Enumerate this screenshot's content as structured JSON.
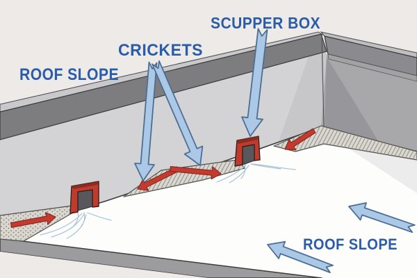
{
  "figure": {
    "labels": {
      "roof_slope_left": "ROOF SLOPE",
      "crickets": "CRICKETS",
      "scupper_box": "SCUPPER BOX",
      "roof_slope_right": "ROOF SLOPE"
    },
    "colors": {
      "background": "#edeae7",
      "label_text": "#2a5ca8",
      "pointer_arrow_fill": "#abc8e6",
      "pointer_arrow_stroke": "#4c6e94",
      "flow_arrow_fill": "#c23b2e",
      "flow_arrow_stroke": "#7e241c",
      "scupper_red": "#c13a2e",
      "scupper_opening": "#57575c",
      "roof": "#fdfdfc",
      "wall_left": "#d3d2d4",
      "wall_right": "#a8a8ab",
      "coping_left": "#7d7d80",
      "coping_right": "#8b8b8f",
      "roof_edge_band": "#9c9c9f",
      "cricket_fill": "#dad7d1",
      "water_line": "#a5c2d6"
    }
  }
}
